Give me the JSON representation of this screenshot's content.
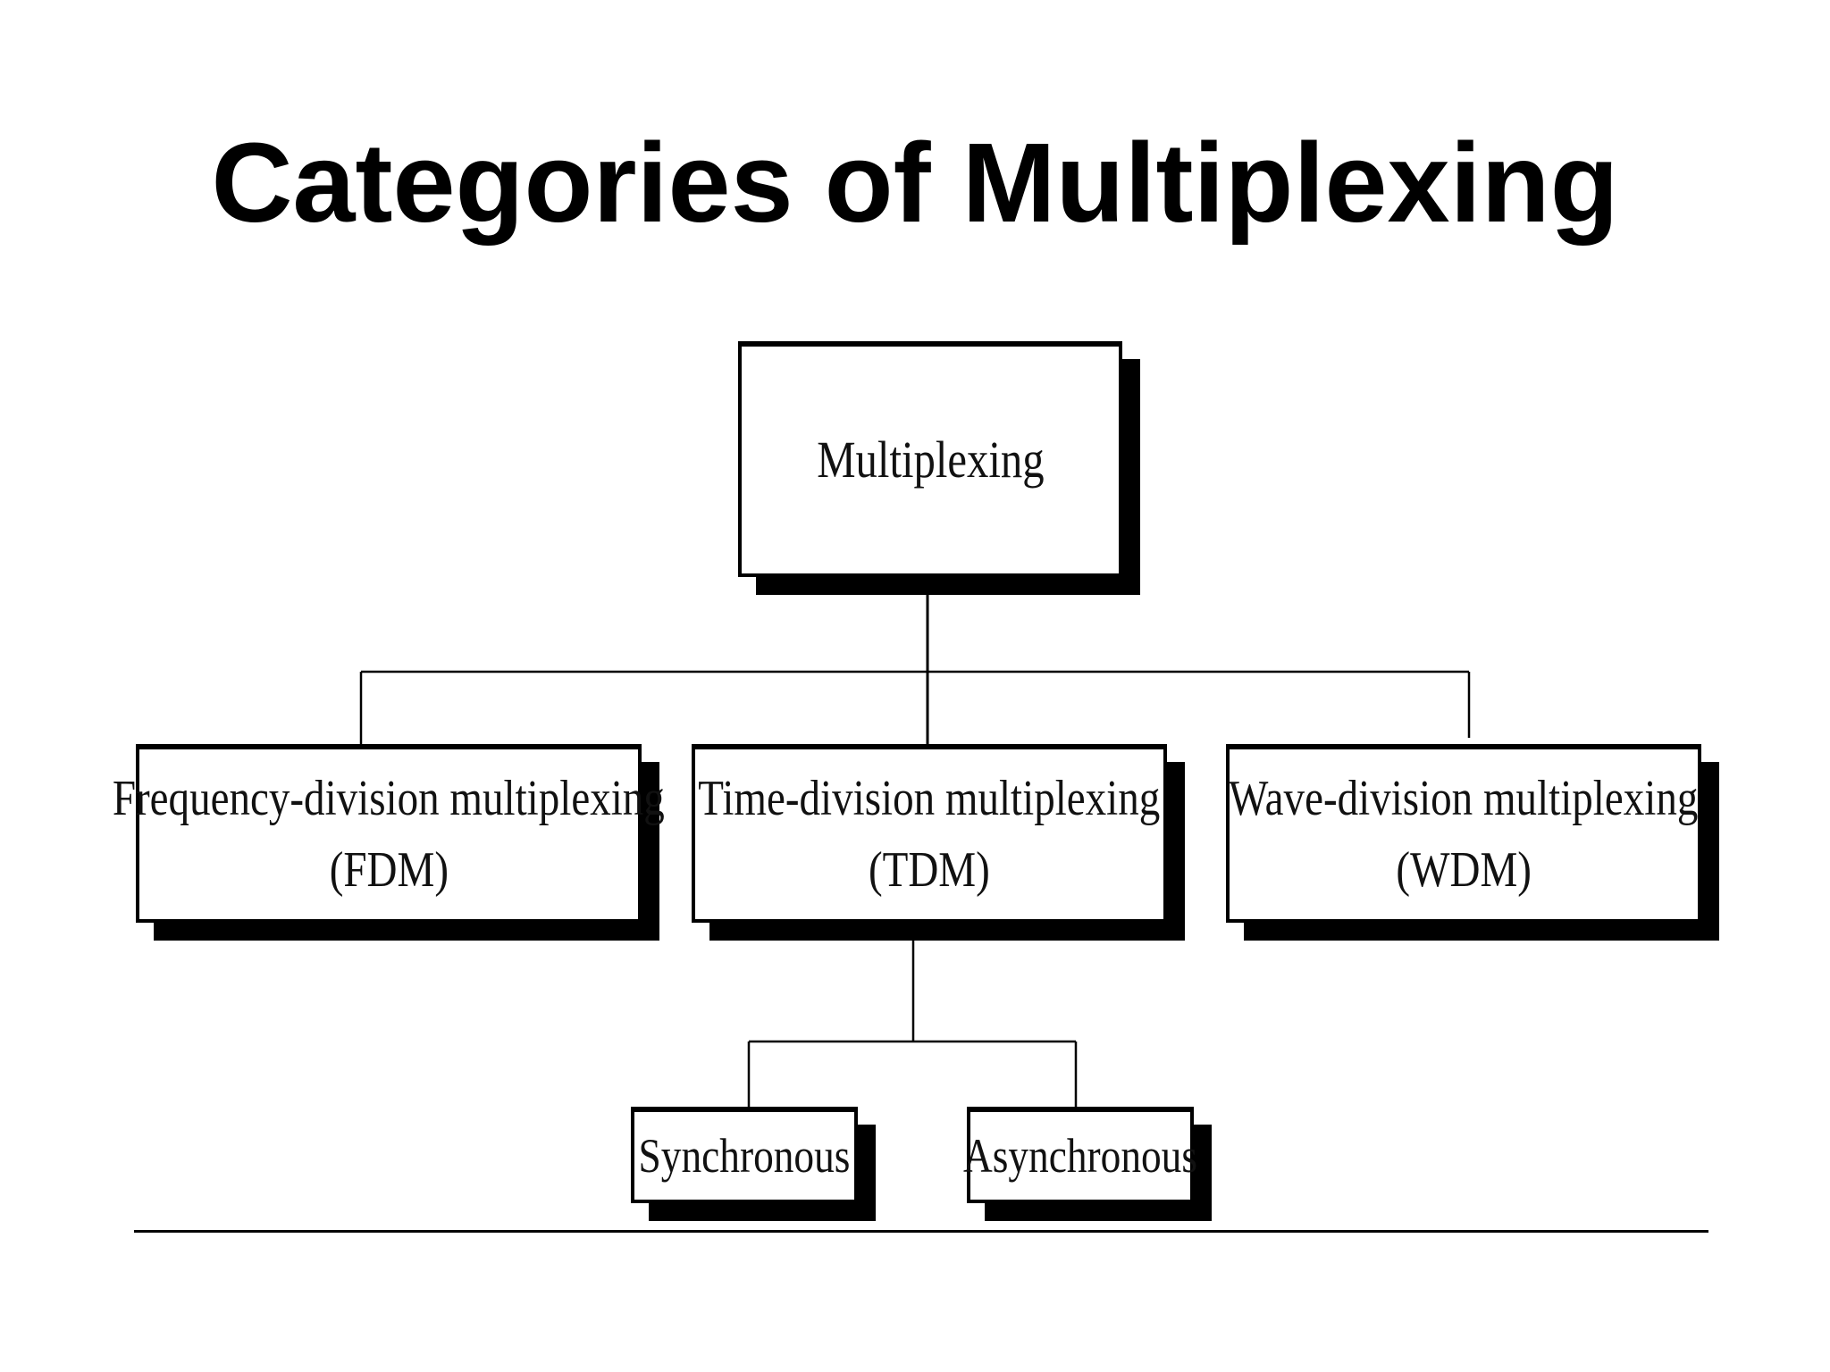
{
  "title": "Categories of Multiplexing",
  "diagram": {
    "root": {
      "label": "Multiplexing"
    },
    "branches": [
      {
        "id": "fdm",
        "line1": "Frequency-division multiplexing",
        "line2": "(FDM)"
      },
      {
        "id": "tdm",
        "line1": "Time-division multiplexing",
        "line2": "(TDM)"
      },
      {
        "id": "wdm",
        "line1": "Wave-division multiplexing",
        "line2": "(WDM)"
      }
    ],
    "tdm_children": [
      {
        "id": "sync",
        "label": "Synchronous"
      },
      {
        "id": "async",
        "label": "Asynchronous"
      }
    ]
  },
  "colors": {
    "background": "#ffffff",
    "ink": "#000000"
  }
}
